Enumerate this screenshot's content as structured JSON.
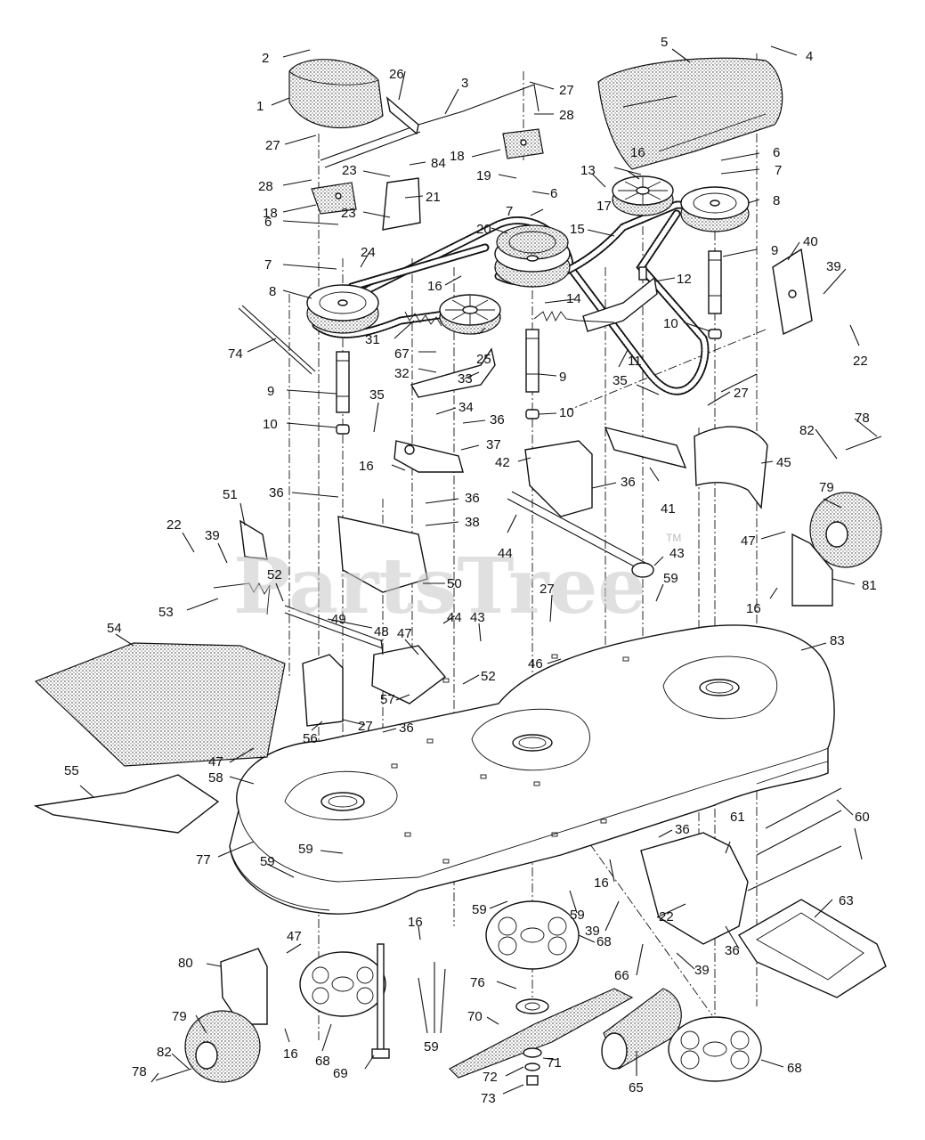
{
  "watermark": {
    "text": "PartsTree",
    "trademark": "TM"
  },
  "callouts": [
    {
      "id": "c1",
      "t": "1"
    },
    {
      "id": "c2",
      "t": "2"
    },
    {
      "id": "c3",
      "t": "3"
    },
    {
      "id": "c4",
      "t": "4"
    },
    {
      "id": "c5",
      "t": "5"
    },
    {
      "id": "c6a",
      "t": "6"
    },
    {
      "id": "c6b",
      "t": "6"
    },
    {
      "id": "c6c",
      "t": "6"
    },
    {
      "id": "c7a",
      "t": "7"
    },
    {
      "id": "c7b",
      "t": "7"
    },
    {
      "id": "c7c",
      "t": "7"
    },
    {
      "id": "c8a",
      "t": "8"
    },
    {
      "id": "c8b",
      "t": "8"
    },
    {
      "id": "c9a",
      "t": "9"
    },
    {
      "id": "c9b",
      "t": "9"
    },
    {
      "id": "c9c",
      "t": "9"
    },
    {
      "id": "c10a",
      "t": "10"
    },
    {
      "id": "c10b",
      "t": "10"
    },
    {
      "id": "c10c",
      "t": "10"
    },
    {
      "id": "c11",
      "t": "11"
    },
    {
      "id": "c12",
      "t": "12"
    },
    {
      "id": "c13",
      "t": "13"
    },
    {
      "id": "c14",
      "t": "14"
    },
    {
      "id": "c15",
      "t": "15"
    },
    {
      "id": "c16a",
      "t": "16"
    },
    {
      "id": "c16b",
      "t": "16"
    },
    {
      "id": "c16c",
      "t": "16"
    },
    {
      "id": "c16d",
      "t": "16"
    },
    {
      "id": "c16e",
      "t": "16"
    },
    {
      "id": "c16f",
      "t": "16"
    },
    {
      "id": "c16g",
      "t": "16"
    },
    {
      "id": "c17",
      "t": "17"
    },
    {
      "id": "c18a",
      "t": "18"
    },
    {
      "id": "c18b",
      "t": "18"
    },
    {
      "id": "c19",
      "t": "19"
    },
    {
      "id": "c20",
      "t": "20"
    },
    {
      "id": "c21",
      "t": "21"
    },
    {
      "id": "c22a",
      "t": "22"
    },
    {
      "id": "c22b",
      "t": "22"
    },
    {
      "id": "c22c",
      "t": "22"
    },
    {
      "id": "c23a",
      "t": "23"
    },
    {
      "id": "c23b",
      "t": "23"
    },
    {
      "id": "c24",
      "t": "24"
    },
    {
      "id": "c25",
      "t": "25"
    },
    {
      "id": "c26",
      "t": "26"
    },
    {
      "id": "c27a",
      "t": "27"
    },
    {
      "id": "c27b",
      "t": "27"
    },
    {
      "id": "c27c",
      "t": "27"
    },
    {
      "id": "c27d",
      "t": "27"
    },
    {
      "id": "c27e",
      "t": "27"
    },
    {
      "id": "c28a",
      "t": "28"
    },
    {
      "id": "c28b",
      "t": "28"
    },
    {
      "id": "c31",
      "t": "31"
    },
    {
      "id": "c32",
      "t": "32"
    },
    {
      "id": "c33",
      "t": "33"
    },
    {
      "id": "c34",
      "t": "34"
    },
    {
      "id": "c35a",
      "t": "35"
    },
    {
      "id": "c35b",
      "t": "35"
    },
    {
      "id": "c36a",
      "t": "36"
    },
    {
      "id": "c36b",
      "t": "36"
    },
    {
      "id": "c36c",
      "t": "36"
    },
    {
      "id": "c36d",
      "t": "36"
    },
    {
      "id": "c36e",
      "t": "36"
    },
    {
      "id": "c36f",
      "t": "36"
    },
    {
      "id": "c36g",
      "t": "36"
    },
    {
      "id": "c37",
      "t": "37"
    },
    {
      "id": "c38",
      "t": "38"
    },
    {
      "id": "c39a",
      "t": "39"
    },
    {
      "id": "c39b",
      "t": "39"
    },
    {
      "id": "c39c",
      "t": "39"
    },
    {
      "id": "c39d",
      "t": "39"
    },
    {
      "id": "c40",
      "t": "40"
    },
    {
      "id": "c41",
      "t": "41"
    },
    {
      "id": "c42",
      "t": "42"
    },
    {
      "id": "c43a",
      "t": "43"
    },
    {
      "id": "c43b",
      "t": "43"
    },
    {
      "id": "c44a",
      "t": "44"
    },
    {
      "id": "c44b",
      "t": "44"
    },
    {
      "id": "c45",
      "t": "45"
    },
    {
      "id": "c46",
      "t": "46"
    },
    {
      "id": "c47a",
      "t": "47"
    },
    {
      "id": "c47b",
      "t": "47"
    },
    {
      "id": "c47c",
      "t": "47"
    },
    {
      "id": "c47d",
      "t": "47"
    },
    {
      "id": "c48",
      "t": "48"
    },
    {
      "id": "c49",
      "t": "49"
    },
    {
      "id": "c50",
      "t": "50"
    },
    {
      "id": "c51",
      "t": "51"
    },
    {
      "id": "c52a",
      "t": "52"
    },
    {
      "id": "c52b",
      "t": "52"
    },
    {
      "id": "c53",
      "t": "53"
    },
    {
      "id": "c54",
      "t": "54"
    },
    {
      "id": "c55",
      "t": "55"
    },
    {
      "id": "c56",
      "t": "56"
    },
    {
      "id": "c57",
      "t": "57"
    },
    {
      "id": "c58",
      "t": "58"
    },
    {
      "id": "c59a",
      "t": "59"
    },
    {
      "id": "c59b",
      "t": "59"
    },
    {
      "id": "c59c",
      "t": "59"
    },
    {
      "id": "c59d",
      "t": "59"
    },
    {
      "id": "c59e",
      "t": "59"
    },
    {
      "id": "c59f",
      "t": "59"
    },
    {
      "id": "c60",
      "t": "60"
    },
    {
      "id": "c61",
      "t": "61"
    },
    {
      "id": "c63",
      "t": "63"
    },
    {
      "id": "c65",
      "t": "65"
    },
    {
      "id": "c66",
      "t": "66"
    },
    {
      "id": "c67",
      "t": "67"
    },
    {
      "id": "c68a",
      "t": "68"
    },
    {
      "id": "c68b",
      "t": "68"
    },
    {
      "id": "c68c",
      "t": "68"
    },
    {
      "id": "c69",
      "t": "69"
    },
    {
      "id": "c70",
      "t": "70"
    },
    {
      "id": "c71",
      "t": "71"
    },
    {
      "id": "c72",
      "t": "72"
    },
    {
      "id": "c73",
      "t": "73"
    },
    {
      "id": "c74",
      "t": "74"
    },
    {
      "id": "c76",
      "t": "76"
    },
    {
      "id": "c77",
      "t": "77"
    },
    {
      "id": "c78a",
      "t": "78"
    },
    {
      "id": "c78b",
      "t": "78"
    },
    {
      "id": "c79a",
      "t": "79"
    },
    {
      "id": "c79b",
      "t": "79"
    },
    {
      "id": "c80",
      "t": "80"
    },
    {
      "id": "c81",
      "t": "81"
    },
    {
      "id": "c82a",
      "t": "82"
    },
    {
      "id": "c82b",
      "t": "82"
    },
    {
      "id": "c83",
      "t": "83"
    },
    {
      "id": "c84",
      "t": "84"
    }
  ],
  "colors": {
    "ink": "#111111",
    "watermark": "#c8c8c8",
    "paper": "#ffffff"
  }
}
